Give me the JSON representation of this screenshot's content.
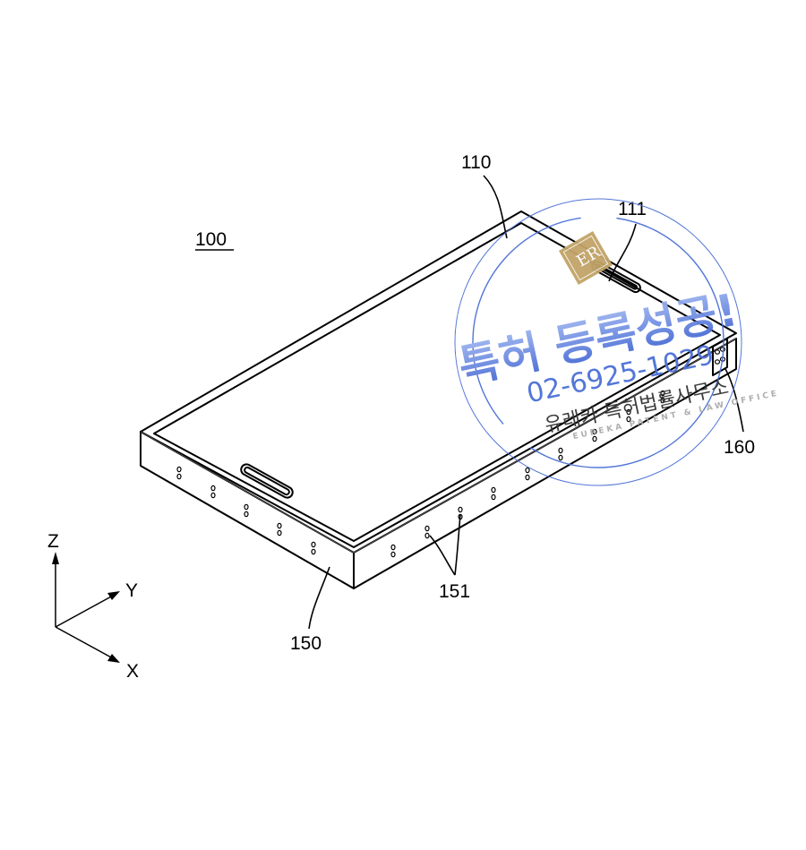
{
  "figure": {
    "labels": {
      "device": "100",
      "display_panel": "110",
      "slot": "111",
      "housing": "150",
      "holes": "151",
      "port": "160"
    },
    "axes": {
      "z": "Z",
      "y": "Y",
      "x": "X"
    }
  },
  "watermark": {
    "logo": "ER",
    "headline": "특허 등록성공!",
    "phone": "02-6925-1029",
    "firm_korean": "유레카 특허법률사무소",
    "firm_english": "EUREKA PATENT & LAW OFFICE",
    "colors": {
      "blue": "#4a6fd6",
      "gold": "#c2a468"
    }
  }
}
